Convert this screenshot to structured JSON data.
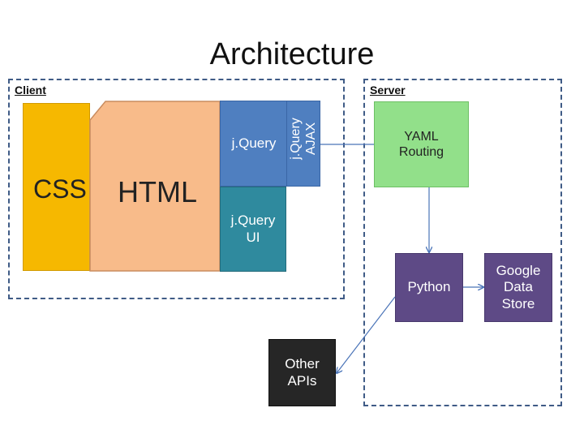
{
  "title": "Architecture",
  "regions": {
    "client_label": "Client",
    "server_label": "Server"
  },
  "blocks": {
    "css": "CSS",
    "html": "HTML",
    "jquery": "j.Query",
    "jquery_ajax": "j.Query AJAX",
    "jquery_ui": "j.Query UI",
    "yaml_routing": "YAML Routing",
    "python": "Python",
    "google_data_store": "Google Data Store",
    "other_apis": "Other APIs"
  },
  "colors": {
    "css": "#f6b800",
    "html": "#f8bb8a",
    "jquery": "#4f7fc0",
    "jquery_ui": "#2f8a9e",
    "yaml": "#92e08a",
    "python": "#5e4a86",
    "other_apis": "#262626",
    "connector": "#4a74b8",
    "region_border": "#3f5b86"
  }
}
